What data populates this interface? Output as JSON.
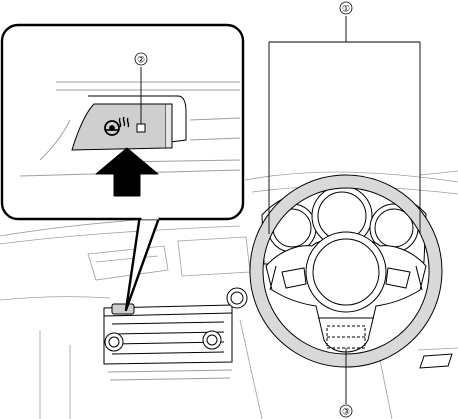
{
  "callouts": [
    {
      "id": "1",
      "label": "①"
    },
    {
      "id": "2",
      "label": "②"
    },
    {
      "id": "3",
      "label": "③"
    }
  ],
  "icons": {
    "switch_symbol": "steering-wheel-heater-icon",
    "indicator": "indicator-light-icon",
    "press_arrow": "push-arrow-icon"
  },
  "colors": {
    "line": "#000000",
    "light_line": "#bdbdbd",
    "wheel_fill": "#d9d9d9",
    "button_fill": "#cfcfcf"
  }
}
